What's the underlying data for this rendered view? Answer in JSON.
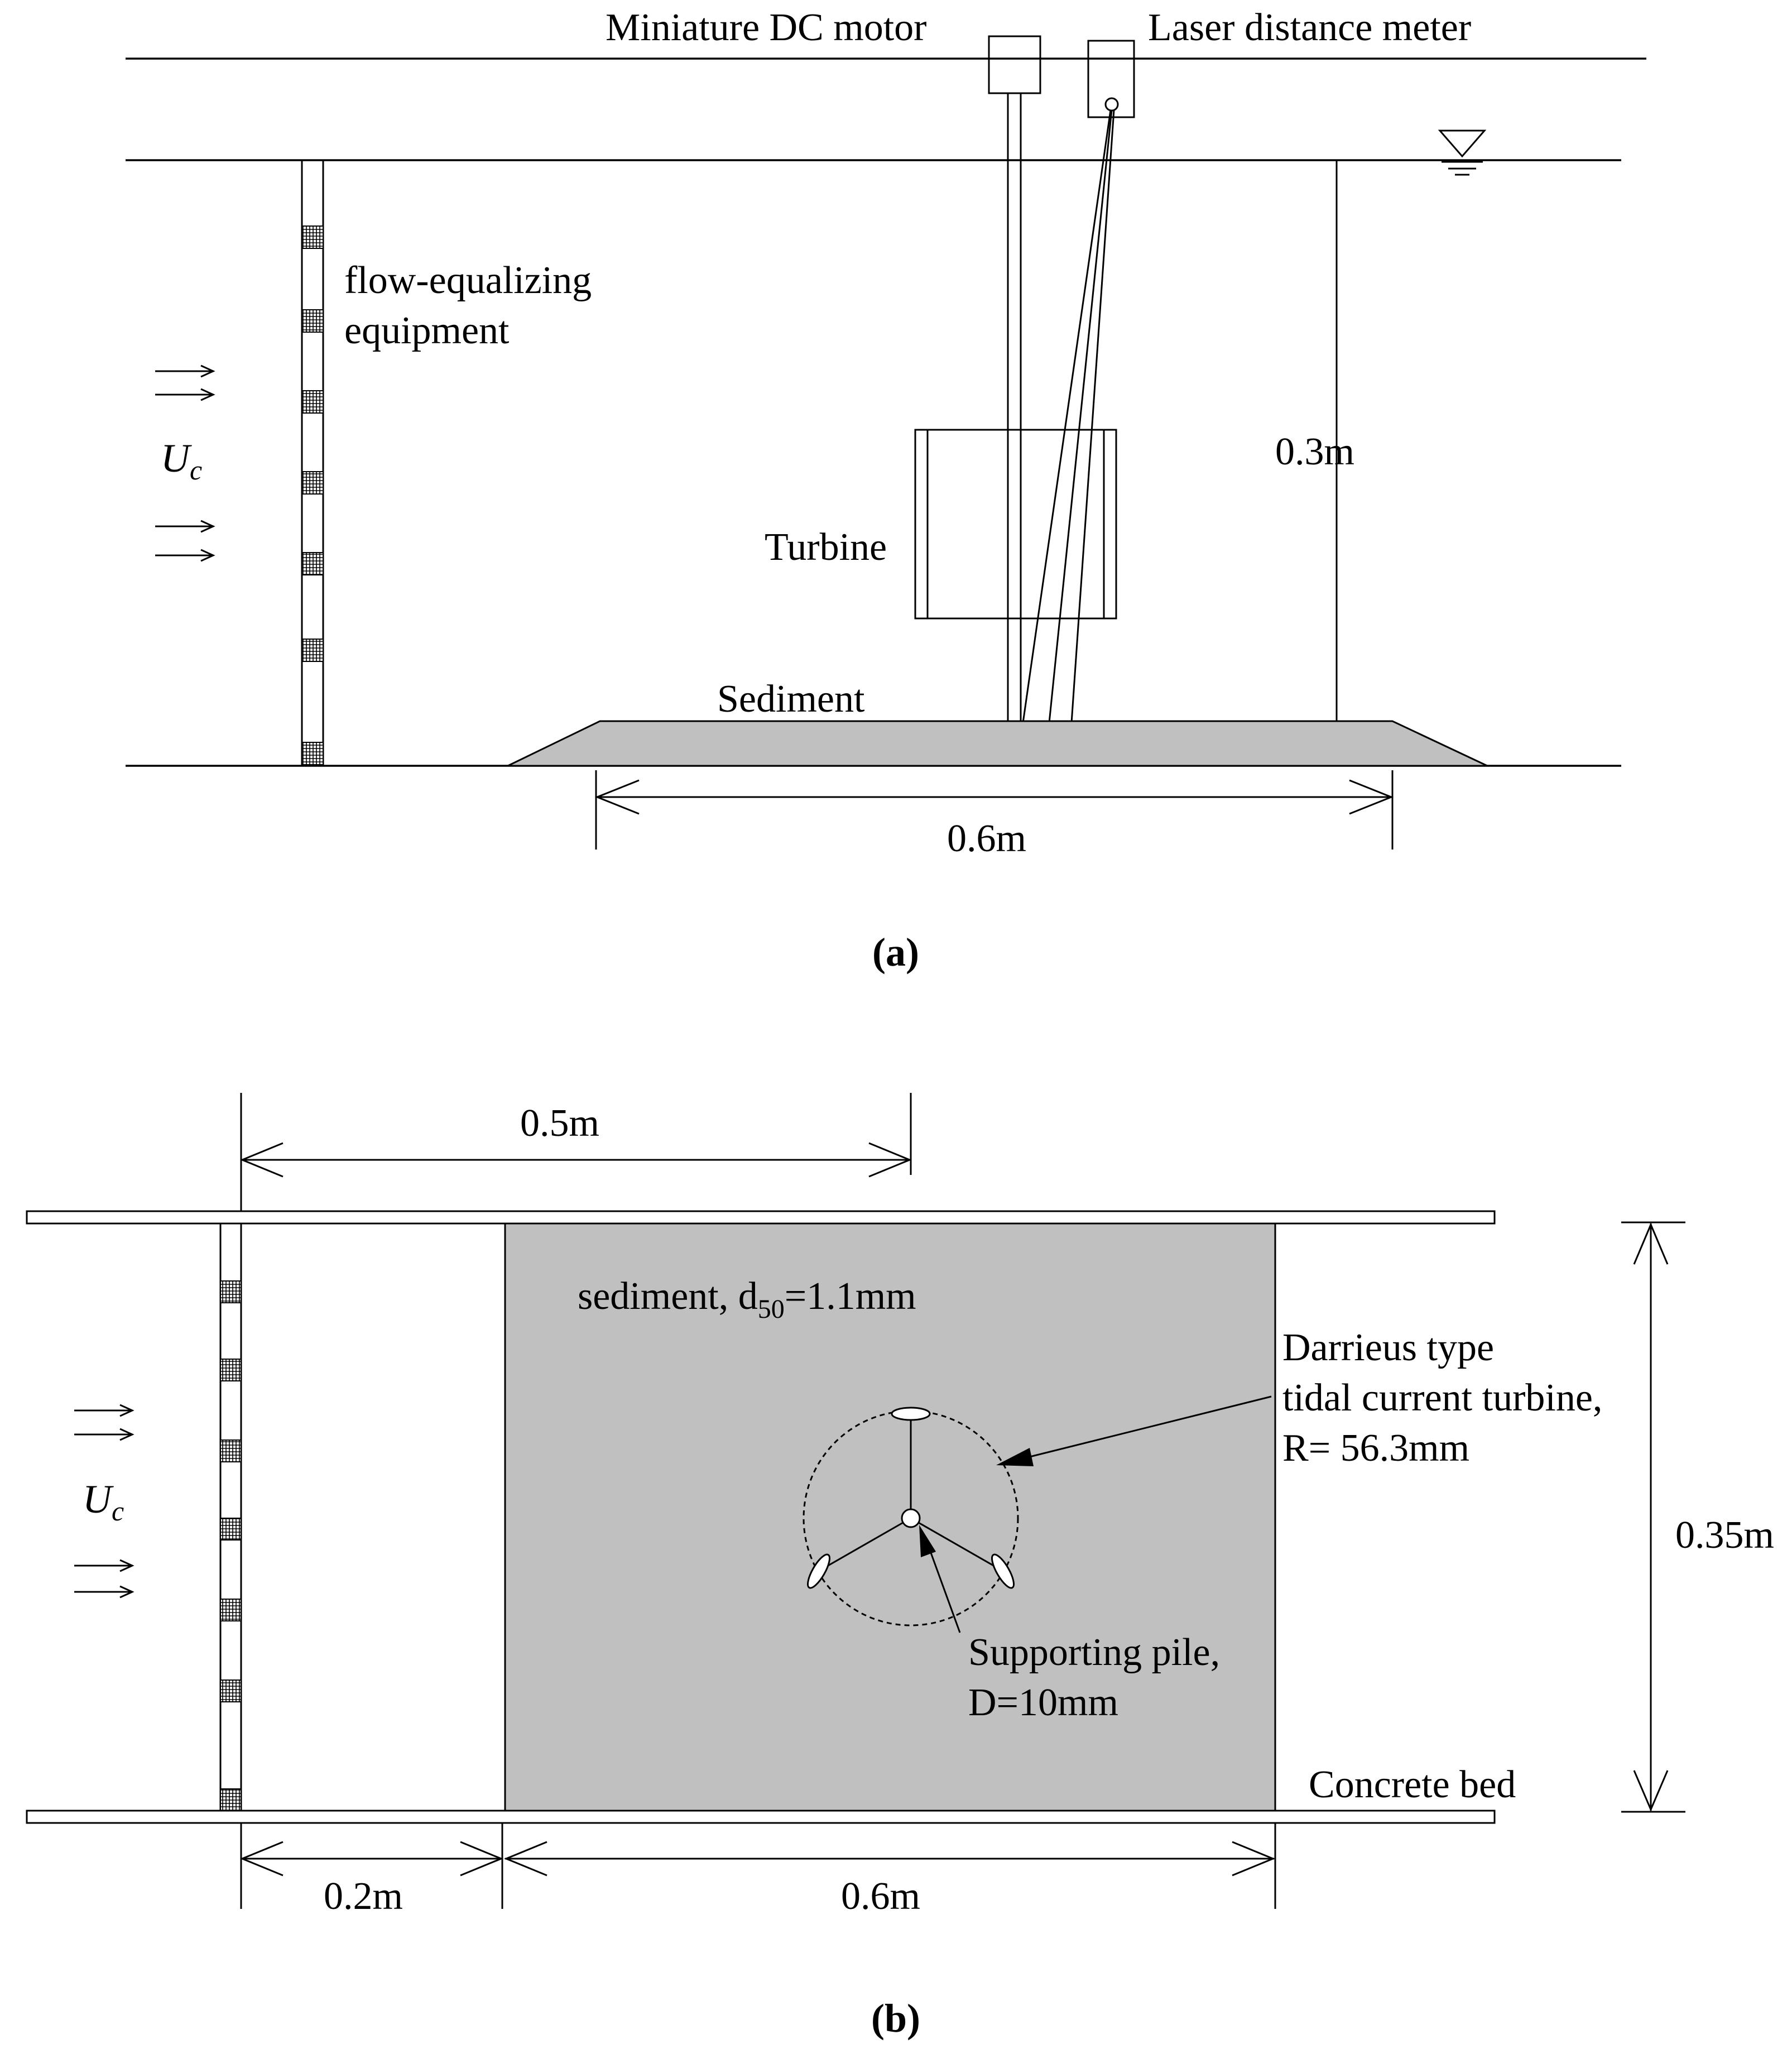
{
  "panel_a": {
    "caption": "(a)",
    "motor_label": "Miniature DC motor",
    "laser_label": "Laser distance meter",
    "flow_device_line1": "flow-equalizing",
    "flow_device_line2": "equipment",
    "velocity_label": "U",
    "velocity_sub": "c",
    "depth_label": "0.3m",
    "turbine_label": "Turbine",
    "sediment_label": "Sediment",
    "length_label": "0.6m"
  },
  "panel_b": {
    "caption": "(b)",
    "spacing_label": "0.5m",
    "sediment_text": "sediment, d",
    "sediment_sub": "50",
    "sediment_value": "=1.1mm",
    "turbine_line1": "Darrieus type",
    "turbine_line2": "tidal current turbine,",
    "turbine_line3": "R= 56.3mm",
    "width_label": "0.35m",
    "velocity_label": "U",
    "velocity_sub": "c",
    "pile_line1": "Supporting pile,",
    "pile_line2": "D=10mm",
    "bed_label": "Concrete bed",
    "upstream_label": "0.2m",
    "length_label": "0.6m"
  },
  "colors": {
    "sediment_fill": "#c0c0c0",
    "line": "#000000"
  }
}
